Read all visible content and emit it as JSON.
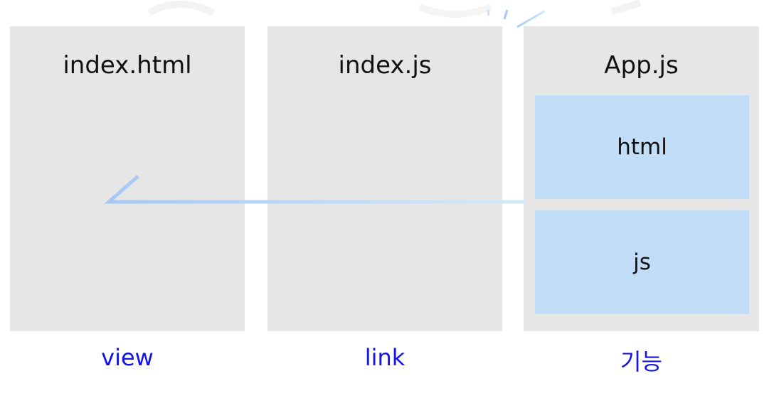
{
  "panels": [
    {
      "title": "index.html",
      "caption": "view"
    },
    {
      "title": "index.js",
      "caption": "link"
    },
    {
      "title": "App.js",
      "caption": "기능",
      "sub_boxes": [
        "html",
        "js"
      ]
    }
  ],
  "colors": {
    "panel_bg": "#e6e6e6",
    "sub_box_bg": "#c1ddf8",
    "caption": "#1313e6",
    "arrow_start": "#a6c8f5",
    "arrow_end": "#cfe6f8"
  },
  "arrow": {
    "from": "App.js",
    "to": "index.html",
    "style": "left-pointing-half-head"
  }
}
